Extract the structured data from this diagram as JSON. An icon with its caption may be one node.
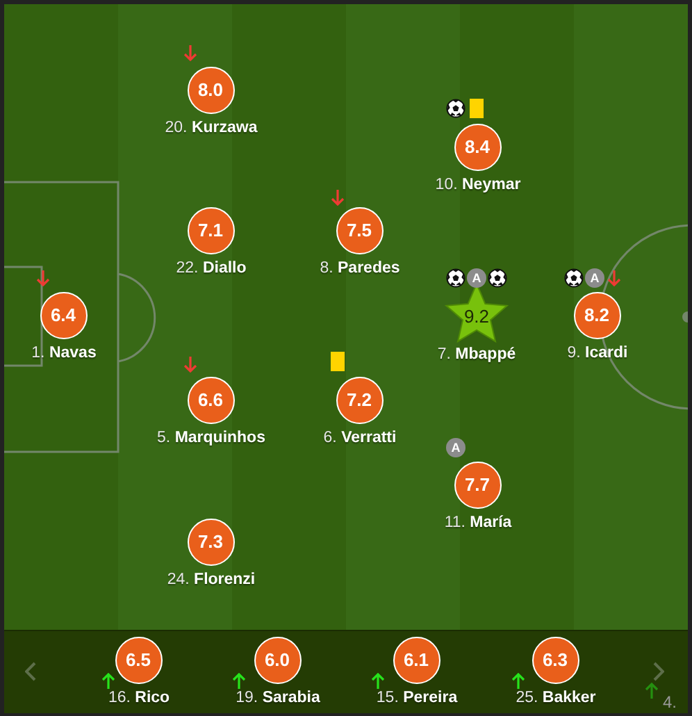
{
  "diagram": {
    "nodes": [
      {
        "text": [
          "8.0",
          "20. **Kurzawa**"
        ]
      },
      {
        "text": [
          "8.4",
          "10. **Neymar**"
        ]
      },
      {
        "text": [
          "7.1",
          "22. **Diallo**"
        ]
      },
      {
        "text": [
          "7.5",
          "8. **Paredes**"
        ]
      },
      {
        "text": [
          "6.4",
          "1. **Navas**"
        ]
      },
      {
        "text": [
          "9.2",
          "7. **Mbappé**"
        ],
        "beside": [
          "A"
        ]
      },
      {
        "text": [
          "8.2",
          "9. **Icardi**"
        ],
        "beside": [
          "A"
        ]
      },
      {
        "text": [
          "6.6",
          "5. **Marquinhos**"
        ]
      },
      {
        "text": [
          "7.2",
          "6. **Verratti**"
        ]
      },
      {
        "text": [
          "7.7",
          "11. **María**"
        ],
        "beside": [
          "A"
        ]
      },
      {
        "text": [
          "7.3",
          "24. **Florenzi**"
        ]
      },
      {
        "text": [
          "6.5",
          "16. **Rico**"
        ]
      },
      {
        "text": [
          "6.0",
          "19. **Sarabia**"
        ]
      },
      {
        "text": [
          "6.1",
          "15. **Pereira**"
        ]
      },
      {
        "text": [
          "6.3",
          "25. **Bakker**"
        ]
      }
    ],
    "labels": [
      "4."
    ]
  }
}
